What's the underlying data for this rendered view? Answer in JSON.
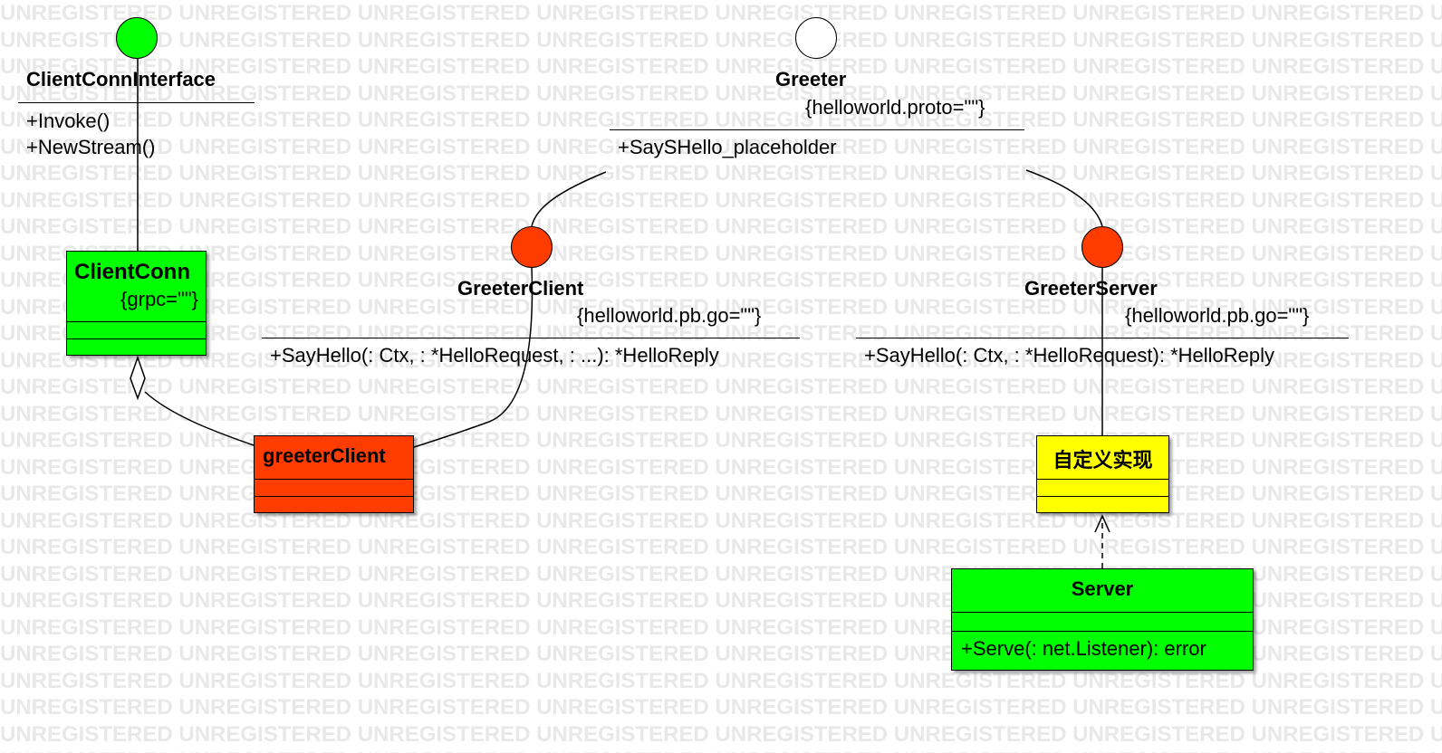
{
  "watermark": "UNREGISTERED",
  "colors": {
    "class_green": "#00ff00",
    "class_red": "#ff3c00",
    "class_yellow": "#ffff00",
    "interface_green": "#00ff00",
    "interface_red": "#ff3c00",
    "interface_white": "#ffffff",
    "watermark": "#e8e8e8"
  },
  "interfaces": {
    "client_conn_interface": {
      "name": "ClientConnInterface",
      "operations": [
        "+Invoke()",
        "+NewStream()"
      ]
    },
    "greeter": {
      "name": "Greeter",
      "tag": "{helloworld.proto=\"\"}",
      "operations": [
        "+SaySHello_placeholder"
      ]
    },
    "greeter_client": {
      "name": "GreeterClient",
      "tag": "{helloworld.pb.go=\"\"}",
      "operations": [
        "+SayHello(: Ctx, : *HelloRequest, : ...): *HelloReply"
      ]
    },
    "greeter_server": {
      "name": "GreeterServer",
      "tag": "{helloworld.pb.go=\"\"}",
      "operations": [
        "+SayHello(: Ctx, : *HelloRequest): *HelloReply"
      ]
    }
  },
  "classes": {
    "client_conn": {
      "name": "ClientConn",
      "tag": "{grpc=\"\"}"
    },
    "greeter_client_impl": {
      "name": "greeterClient"
    },
    "custom_impl": {
      "name": "自定义实现"
    },
    "server": {
      "name": "Server",
      "operations": [
        "+Serve(: net.Listener): error"
      ]
    }
  }
}
